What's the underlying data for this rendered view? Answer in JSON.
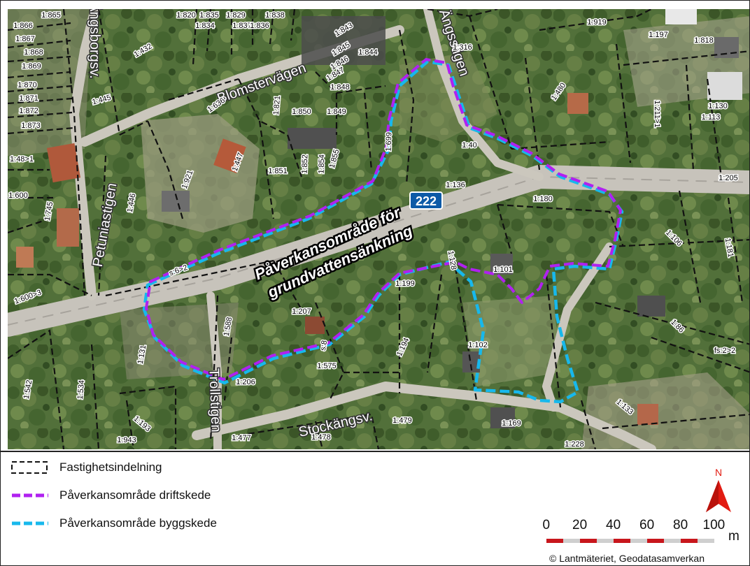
{
  "map": {
    "route_shield": "222",
    "area_label_line1": "Påverkansområde för",
    "area_label_line2": "grundvattensänkning",
    "road_labels": [
      "Ängsborgsv.",
      "Blomstervägen",
      "Ängsstigen",
      "Petuniastigen",
      "Trollstigen",
      "Stockängsv."
    ],
    "parcel_labels": [
      "1:865",
      "1:866",
      "1:867",
      "1:868",
      "1:869",
      "1:870",
      "1:871",
      "1:872",
      "1:873",
      "1:820",
      "1:835",
      "1:834",
      "1:829",
      "1:837",
      "1:836",
      "1:838",
      "1:843",
      "1:844",
      "1:845",
      "1:846",
      "1:847",
      "1:848",
      "1:919",
      "1:197",
      "1:818",
      "1:316",
      "1:432",
      "1:445",
      "1:636",
      "1:821",
      "1:850",
      "1:849",
      "1:480",
      "1:211>1",
      "1:130",
      "1:113",
      "1:48>1",
      "1:699",
      "1:921",
      "1:447",
      "1:851",
      "1:852",
      "1:854",
      "1:855",
      "1:40",
      "1:136",
      "1:205",
      "1:600",
      "1:745",
      "1:446",
      "1:180",
      "1:106",
      "1:181",
      "s:6>2",
      "1:128",
      "1:101",
      "1:199",
      "1:600>3",
      "1:207",
      "1:588",
      "s:8",
      "1:575",
      "1:194",
      "1:102",
      "1:86",
      "fs:2>2",
      "1:131",
      "1:542",
      "1:534",
      "1:206",
      "1:193",
      "1:943",
      "1:477",
      "1:478",
      "1:479",
      "1:169",
      "1:133",
      "1:228"
    ]
  },
  "legend": {
    "items": [
      {
        "label": "Fastighetsindelning",
        "color": "#111111"
      },
      {
        "label": "Påverkansområde driftskede",
        "color": "#b021f0"
      },
      {
        "label": "Påverkansområde byggskede",
        "color": "#17b8ec"
      }
    ]
  },
  "north_arrow": {
    "label": "N",
    "color": "#e21b12"
  },
  "scale_bar": {
    "ticks": [
      "0",
      "20",
      "40",
      "60",
      "80",
      "100"
    ],
    "unit": "m",
    "color_a": "#c8161c",
    "color_b": "#cfcfcf"
  },
  "copyright": "© Lantmäteriet, Geodatasamverkan"
}
